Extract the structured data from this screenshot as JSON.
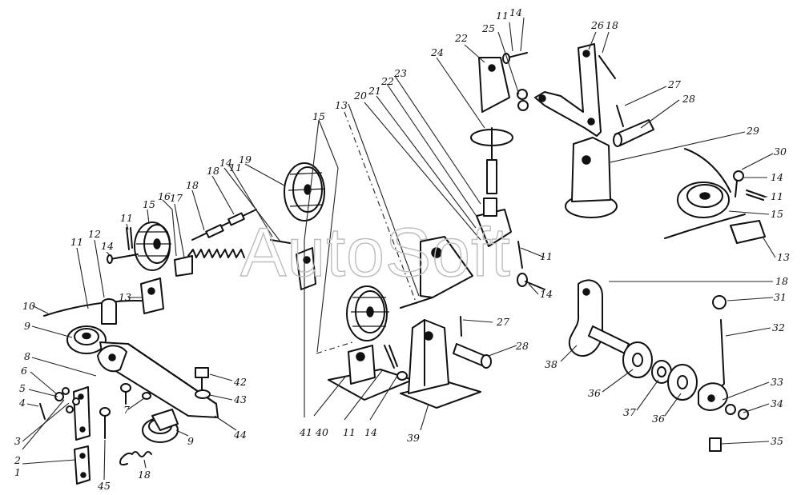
{
  "watermark": "AutoSoft",
  "callouts": [
    "1",
    "2",
    "3",
    "4",
    "5",
    "6",
    "7",
    "8",
    "9",
    "10",
    "11",
    "12",
    "13",
    "14",
    "15",
    "16",
    "17",
    "18",
    "19",
    "20",
    "21",
    "22",
    "23",
    "24",
    "25",
    "26",
    "27",
    "28",
    "29",
    "30",
    "31",
    "32",
    "33",
    "34",
    "35",
    "36",
    "37",
    "38",
    "39",
    "40",
    "41",
    "42",
    "43",
    "44",
    "45"
  ]
}
